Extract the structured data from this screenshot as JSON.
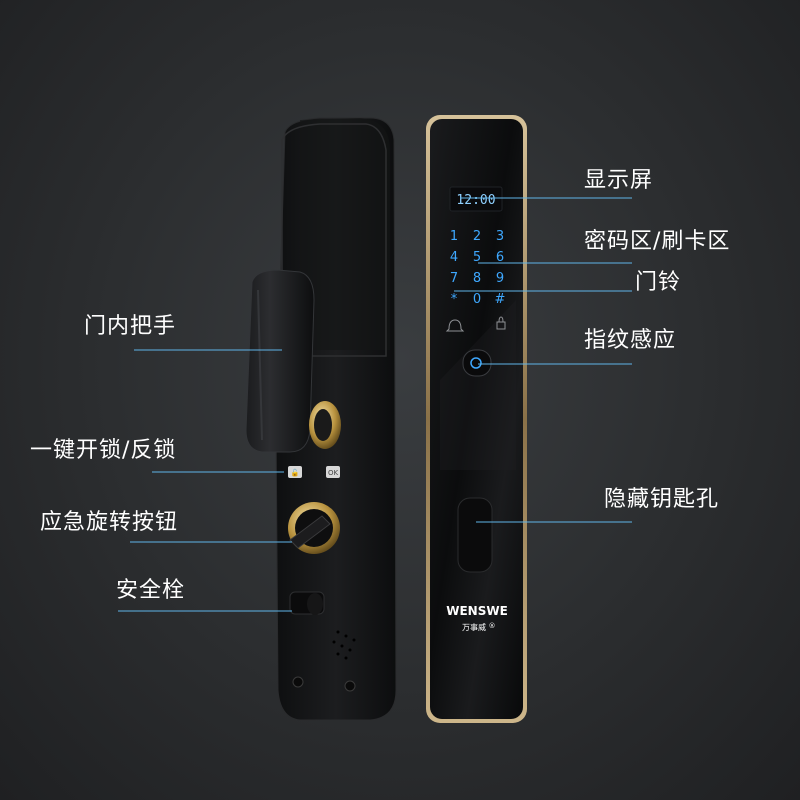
{
  "display": {
    "time": "12:00"
  },
  "keypad": {
    "keys": [
      "1",
      "2",
      "3",
      "4",
      "5",
      "6",
      "7",
      "8",
      "9",
      "*",
      "0",
      "#"
    ]
  },
  "brand": {
    "name": "WENSWE",
    "chinese": "万事威",
    "mark": "®"
  },
  "labels": {
    "display_screen": "显示屏",
    "keypad_card_area": "密码区/刷卡区",
    "doorbell": "门铃",
    "fingerprint": "指纹感应",
    "hidden_keyhole": "隐藏钥匙孔",
    "inner_handle": "门内把手",
    "one_key_lock": "一键开锁/反锁",
    "emergency_knob": "应急旋转按钮",
    "safety_bolt": "安全栓"
  },
  "colors": {
    "background": "#2b2d2f",
    "panel": "#111214",
    "gold_trim": "#b89a6a",
    "key_blue": "#3ea8ff",
    "callout_line": "#5fb4e8"
  }
}
